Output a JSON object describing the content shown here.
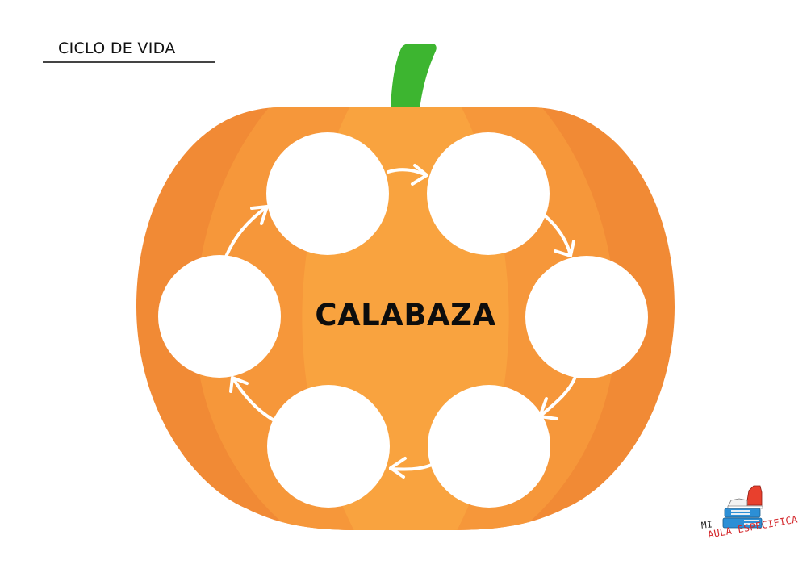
{
  "header": {
    "title": "CICLO DE VIDA"
  },
  "worksheet": {
    "center_label": "CALABAZA",
    "stage_count": 6,
    "stages": [
      {
        "position": "top-left",
        "content": ""
      },
      {
        "position": "top-right",
        "content": ""
      },
      {
        "position": "right",
        "content": ""
      },
      {
        "position": "bottom-right",
        "content": ""
      },
      {
        "position": "bottom-left",
        "content": ""
      },
      {
        "position": "left",
        "content": ""
      }
    ],
    "cycle_direction": "clockwise"
  },
  "colors": {
    "pumpkin_outer": "#F18A35",
    "pumpkin_mid": "#F6973A",
    "pumpkin_center": "#F9A33F",
    "stem": "#3DB530",
    "slot": "#FFFFFF",
    "arrow": "#FFFFFF",
    "title_text": "#111111",
    "label_text": "#0D0D0D"
  },
  "icons": {
    "logo": "sneaker-on-books-icon"
  },
  "logo": {
    "line1": "MI",
    "line2": "AULA ESPECIFICA"
  }
}
